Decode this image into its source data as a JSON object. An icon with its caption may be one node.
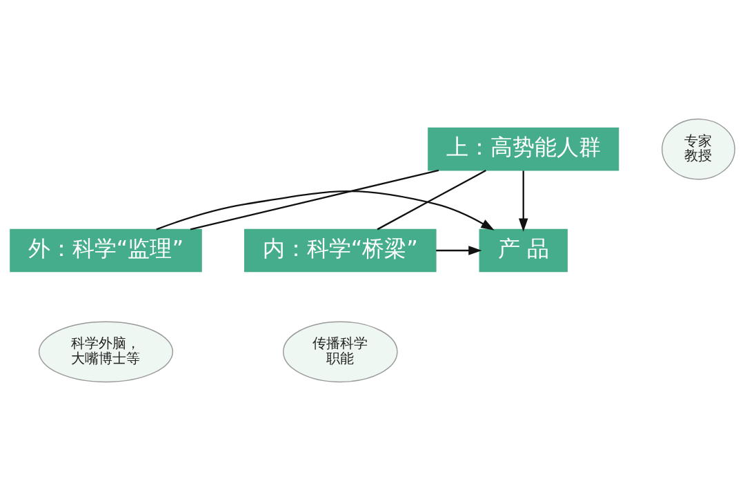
{
  "diagram": {
    "nodes": [
      {
        "text": [
          "上：高势能人群"
        ]
      },
      {
        "text": [
          "专家教授"
        ]
      },
      {
        "text": [
          "外：科学“监理”"
        ]
      },
      {
        "text": [
          "产 品"
        ]
      },
      {
        "text": [
          "内：科学“桥梁”"
        ]
      },
      {
        "text": [
          "科学外脑，大嘴博士等"
        ]
      },
      {
        "text": [
          "传播科学职能"
        ]
      }
    ],
    "edges": [
      {
        "from": 0,
        "to": 2,
        "arrow": "none"
      },
      {
        "from": 0,
        "to": 4,
        "arrow": "none"
      },
      {
        "from": 0,
        "to": 3,
        "arrow": "to"
      },
      {
        "from": 2,
        "to": 3,
        "arrow": "to"
      },
      {
        "from": 4,
        "to": 3,
        "arrow": "to"
      }
    ]
  }
}
